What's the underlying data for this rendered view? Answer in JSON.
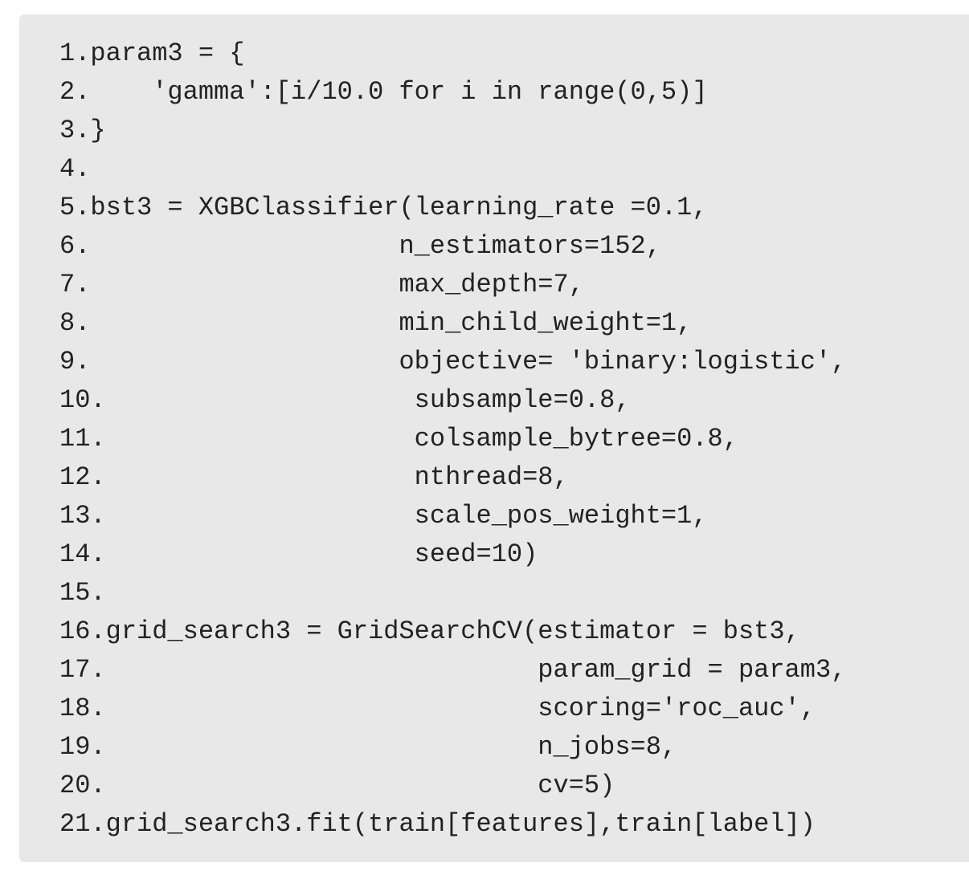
{
  "code": {
    "lines": [
      "1.param3 = {",
      "2.    'gamma':[i/10.0 for i in range(0,5)]",
      "3.}",
      "4.",
      "5.bst3 = XGBClassifier(learning_rate =0.1,",
      "6.                    n_estimators=152,",
      "7.                    max_depth=7,",
      "8.                    min_child_weight=1,",
      "9.                    objective= 'binary:logistic',",
      "10.                    subsample=0.8,",
      "11.                    colsample_bytree=0.8,",
      "12.                    nthread=8,",
      "13.                    scale_pos_weight=1,",
      "14.                    seed=10)",
      "15.",
      "16.grid_search3 = GridSearchCV(estimator = bst3,",
      "17.                            param_grid = param3,",
      "18.                            scoring='roc_auc',",
      "19.                            n_jobs=8,",
      "20.                            cv=5)",
      "21.grid_search3.fit(train[features],train[label])"
    ]
  }
}
